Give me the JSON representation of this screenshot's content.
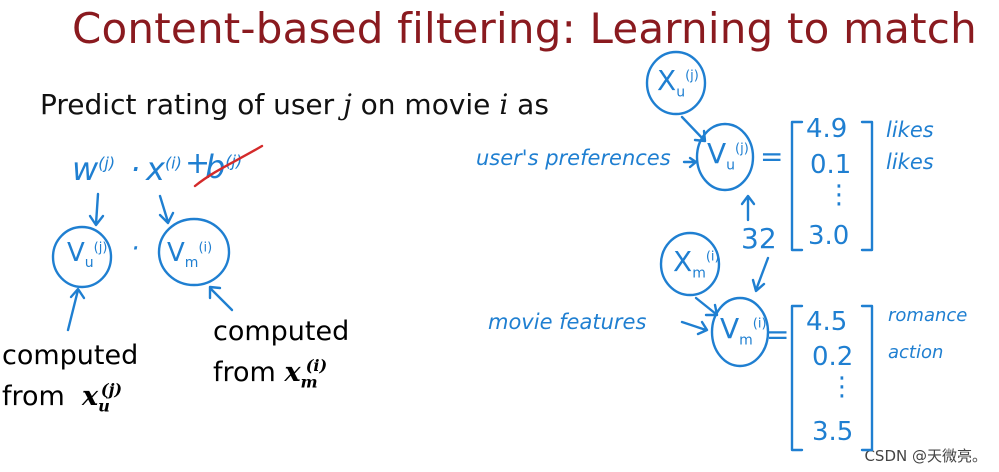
{
  "title": "Content-based filtering: Learning to match",
  "predict": {
    "prefix": "Predict rating of user ",
    "var_j": "j",
    "middle": " on movie ",
    "var_i": "i",
    "suffix": " as"
  },
  "formula": {
    "w": "w",
    "w_sup": "(j)",
    "dot": "·",
    "x": "x",
    "x_sup": "(i)",
    "plus": "+",
    "b": "b",
    "b_sup": "(j)"
  },
  "left_vectors": {
    "vu": "V",
    "vu_sub": "u",
    "vu_sup": "(j)",
    "dot": "·",
    "vm": "V",
    "vm_sub": "m",
    "vm_sup": "(i)"
  },
  "computed_left": {
    "line1": "computed",
    "line2_prefix": "from",
    "x": "x",
    "sub": "u",
    "sup": "(j)"
  },
  "computed_right": {
    "line1": "computed",
    "line2_prefix": "from",
    "x": "x",
    "sub": "m",
    "sup": "(i)"
  },
  "user_side": {
    "xu_label": "X",
    "xu_sub": "u",
    "xu_sup": "(j)",
    "label": "user's preferences",
    "vu": "V",
    "vu_sub": "u",
    "vu_sup": "(j)",
    "equals": "=",
    "values": [
      "4.9",
      "0.1",
      "⋮",
      "3.0"
    ],
    "annotations": [
      "likes",
      "likes"
    ]
  },
  "dimension": "32",
  "movie_side": {
    "xm_label": "X",
    "xm_sub": "m",
    "xm_sup": "(i)",
    "label": "movie features",
    "vm": "V",
    "vm_sub": "m",
    "vm_sup": "(i)",
    "equals": "=",
    "values": [
      "4.5",
      "0.2",
      "⋮",
      "3.5"
    ],
    "annotations": [
      "romance",
      "action"
    ]
  },
  "watermark": "CSDN @天微亮。",
  "colors": {
    "title": "#8a1a1f",
    "ink": "#1f7fd1",
    "strike": "#d42a2a"
  }
}
